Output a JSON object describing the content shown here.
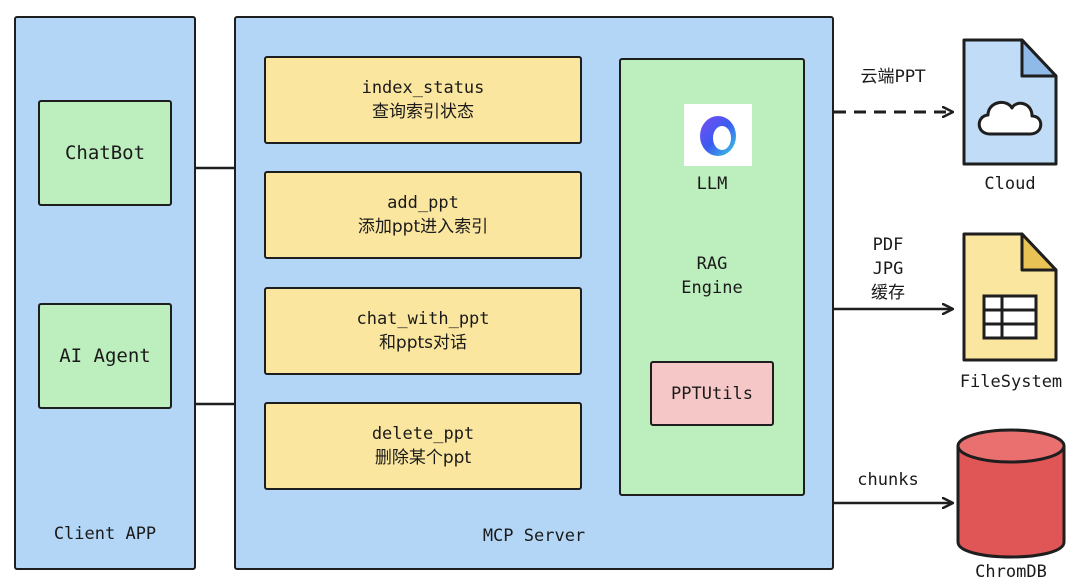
{
  "client_app": {
    "title": "Client APP",
    "items": [
      "ChatBot",
      "AI Agent"
    ]
  },
  "mcp_server": {
    "title": "MCP Server",
    "tools": [
      {
        "name": "index_status",
        "desc": "查询索引状态"
      },
      {
        "name": "add_ppt",
        "desc": "添加ppt进入索引"
      },
      {
        "name": "chat_with_ppt",
        "desc": "和ppts对话"
      },
      {
        "name": "delete_ppt",
        "desc": "删除某个ppt"
      }
    ],
    "rag": {
      "llm": "LLM",
      "line1": "RAG",
      "line2": "Engine",
      "utils": "PPTUtils"
    }
  },
  "external": {
    "cloud": {
      "label": "Cloud",
      "edge": "云端PPT"
    },
    "filesystem": {
      "label": "FileSystem",
      "edge": [
        "PDF",
        "JPG",
        "缓存"
      ]
    },
    "chromadb": {
      "label": "ChromDB",
      "edge": "chunks"
    }
  },
  "colors": {
    "blue": "#b3d6f6",
    "green": "#bdeebd",
    "yellow": "#fbe69f",
    "pink": "#f6c7c7",
    "cloud_blue": "#c0dcf7",
    "file_yellow": "#fbe69f",
    "db_red": "#e05555"
  }
}
